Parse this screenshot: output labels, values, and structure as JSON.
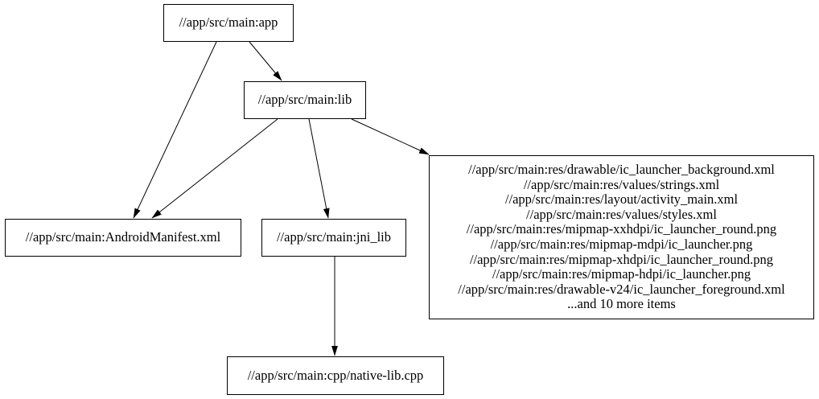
{
  "colors": {
    "background": "#ffffff",
    "node_border": "#000000",
    "edge_stroke": "#000000",
    "text": "#000000"
  },
  "nodes": {
    "app": {
      "label": "//app/src/main:app"
    },
    "lib": {
      "label": "//app/src/main:lib"
    },
    "manifest": {
      "label": "//app/src/main:AndroidManifest.xml"
    },
    "jni_lib": {
      "label": "//app/src/main:jni_lib"
    },
    "cpp": {
      "label": "//app/src/main:cpp/native-lib.cpp"
    },
    "res": {
      "lines": [
        "//app/src/main:res/drawable/ic_launcher_background.xml",
        "//app/src/main:res/values/strings.xml",
        "//app/src/main:res/layout/activity_main.xml",
        "//app/src/main:res/values/styles.xml",
        "//app/src/main:res/mipmap-xxhdpi/ic_launcher_round.png",
        "//app/src/main:res/mipmap-mdpi/ic_launcher.png",
        "//app/src/main:res/mipmap-xhdpi/ic_launcher_round.png",
        "//app/src/main:res/mipmap-hdpi/ic_launcher.png",
        "//app/src/main:res/drawable-v24/ic_launcher_foreground.xml",
        "...and 10 more items"
      ]
    }
  },
  "edges": [
    {
      "from": "//app/src/main:app",
      "to": "//app/src/main:lib"
    },
    {
      "from": "//app/src/main:app",
      "to": "//app/src/main:AndroidManifest.xml"
    },
    {
      "from": "//app/src/main:lib",
      "to": "//app/src/main:AndroidManifest.xml"
    },
    {
      "from": "//app/src/main:lib",
      "to": "//app/src/main:jni_lib"
    },
    {
      "from": "//app/src/main:lib",
      "to": "//app/src/main:res (resource file group)"
    },
    {
      "from": "//app/src/main:jni_lib",
      "to": "//app/src/main:cpp/native-lib.cpp"
    }
  ]
}
